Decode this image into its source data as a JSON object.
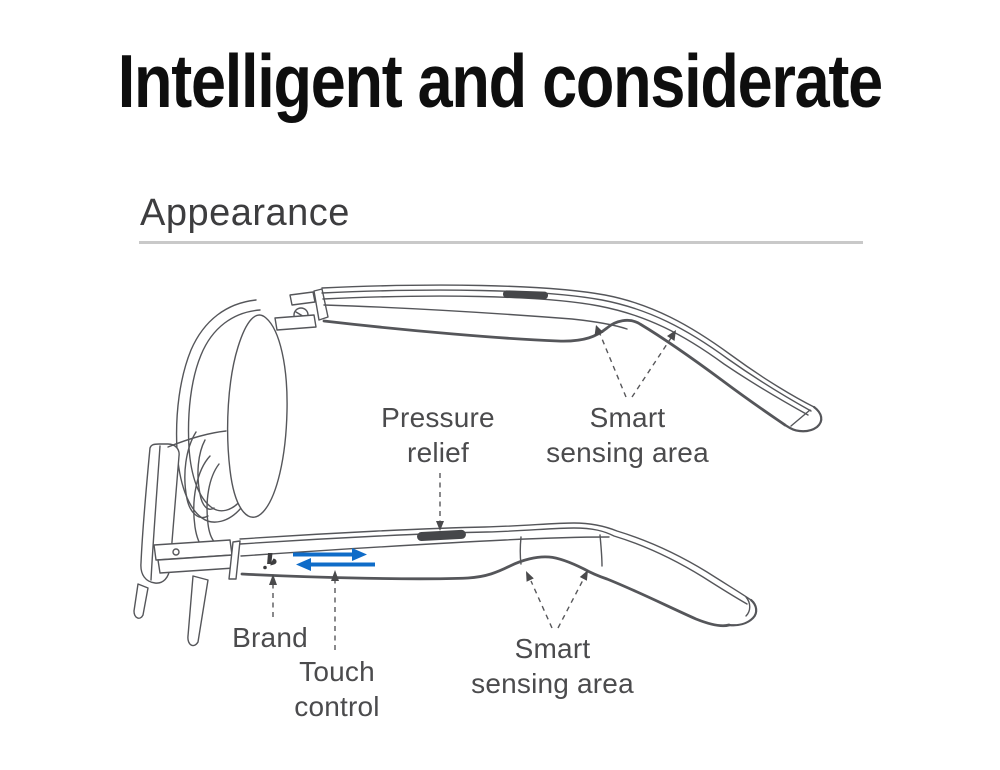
{
  "page": {
    "background_color": "#ffffff"
  },
  "header": {
    "title": "Intelligent and considerate"
  },
  "section": {
    "heading": "Appearance"
  },
  "labels": {
    "pressure_relief": {
      "line1": "Pressure",
      "line2": "relief"
    },
    "smart_sensing_top": {
      "line1": "Smart",
      "line2": "sensing area"
    },
    "brand": {
      "text": "Brand"
    },
    "touch_control": {
      "line1": "Touch",
      "line2": "control"
    },
    "smart_sensing_bottom": {
      "line1": "Smart",
      "line2": "sensing area"
    }
  },
  "illustration": {
    "type": "line-drawing",
    "subject": "smart audio glasses shown in two views: temple arm top view and full side view",
    "colors": {
      "outline": "#55565a",
      "sensor_pad": "#46474a",
      "touch_arrows": "#0f6cc8",
      "label_text": "#4b4b4d",
      "divider": "#c9c9c9",
      "title_text": "#0e0e0e"
    }
  }
}
